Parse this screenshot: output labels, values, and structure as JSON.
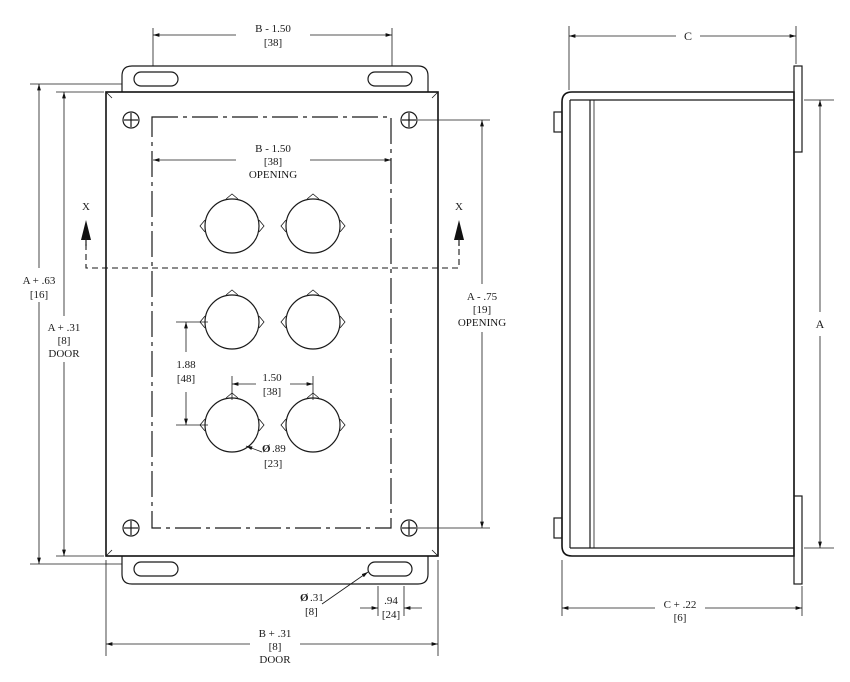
{
  "front_view": {
    "top_width_dim": {
      "value": "B - 1.50",
      "metric": "[38]"
    },
    "opening_width_dim": {
      "value": "B - 1.50",
      "metric": "[38]",
      "note": "OPENING"
    },
    "overall_height_dim": {
      "value": "A + .63",
      "metric": "[16]"
    },
    "door_height_dim": {
      "value": "A + .31",
      "metric": "[8]",
      "note": "DOOR"
    },
    "opening_height_dim": {
      "value": "A - .75",
      "metric": "[19]",
      "note": "OPENING"
    },
    "hole_vertical_spacing": {
      "value": "1.88",
      "metric": "[48]"
    },
    "hole_horizontal_spacing": {
      "value": "1.50",
      "metric": "[38]"
    },
    "hole_diameter": {
      "value": ".89",
      "metric": "[23]"
    },
    "slot_diameter": {
      "value": ".31",
      "metric": "[8]"
    },
    "slot_offset": {
      "value": ".94",
      "metric": "[24]"
    },
    "door_width_dim": {
      "value": "B + .31",
      "metric": "[8]",
      "note": "DOOR"
    },
    "section_marker_left": "X",
    "section_marker_right": "X",
    "diameter_symbol": "Ø"
  },
  "side_view": {
    "depth_dim": {
      "value": "C"
    },
    "height_dim": {
      "value": "A"
    },
    "overall_depth_dim": {
      "value": "C + .22",
      "metric": "[6]"
    }
  }
}
